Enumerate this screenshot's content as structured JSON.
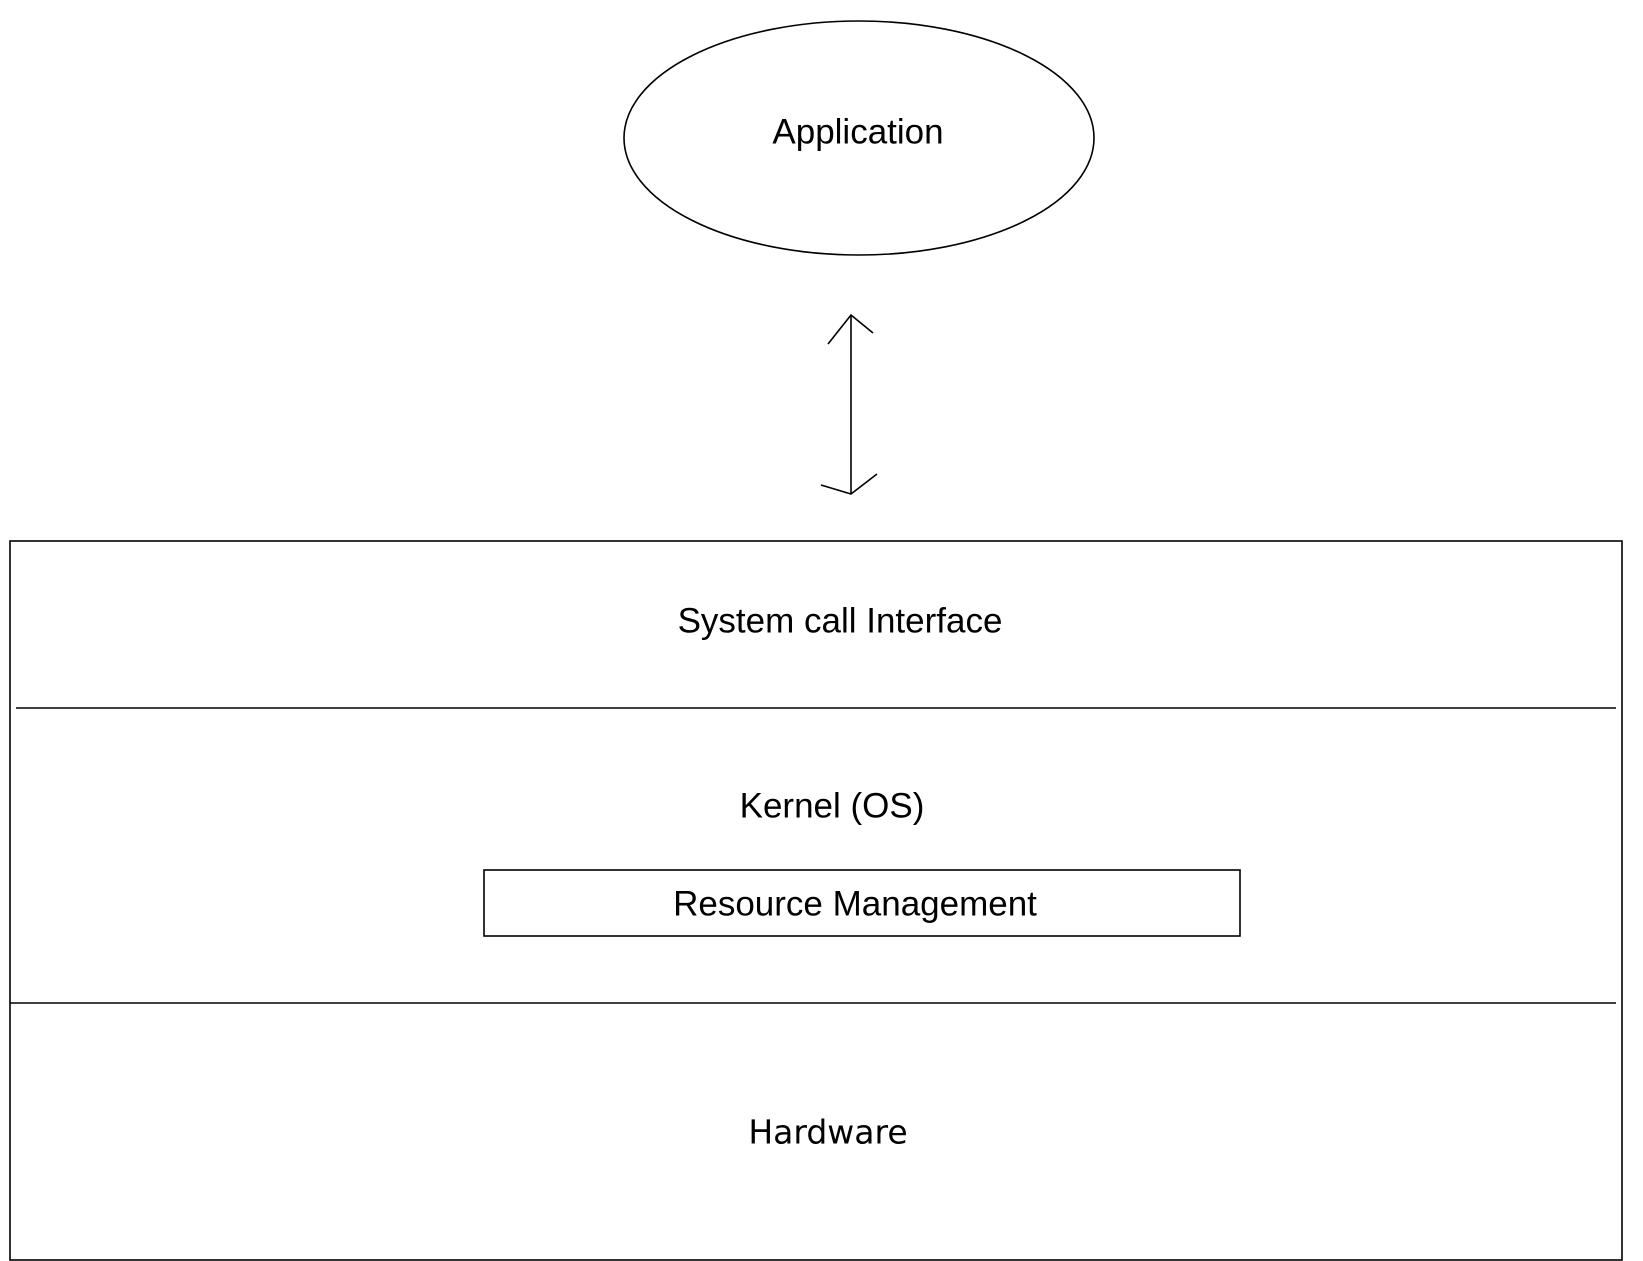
{
  "diagram": {
    "application": {
      "label": "Application"
    },
    "stack": {
      "system_call_interface": {
        "label": "System call Interface"
      },
      "kernel": {
        "label": "Kernel (OS)",
        "resource_management": {
          "label": "Resource Management"
        }
      },
      "hardware": {
        "label": "Hardware"
      }
    },
    "connector": {
      "type": "bidirectional-arrow"
    },
    "colors": {
      "stroke": "#000000",
      "background": "#ffffff",
      "text": "#000000"
    }
  }
}
